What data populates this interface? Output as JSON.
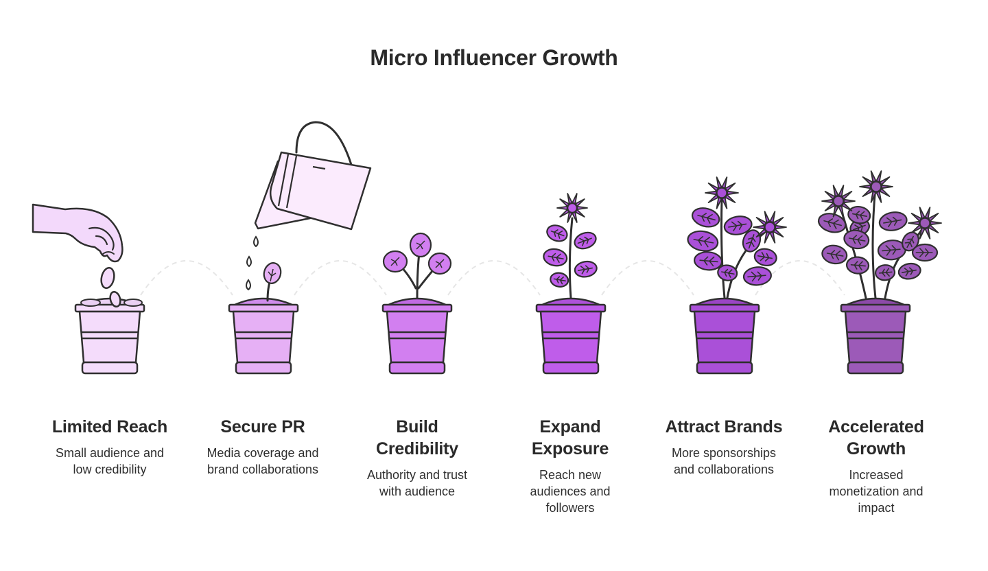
{
  "title": "Micro Influencer Growth",
  "palette": {
    "stroke": "#2f2f2f",
    "connector": "#e6e6e6",
    "hand": "#f3d9fb",
    "can": "#fbebfd",
    "leaf": "#c77ae8",
    "pots": [
      "#f4dcfb",
      "#e6b0f5",
      "#d27ff0",
      "#bf5dea",
      "#aa50d8",
      "#9c5ab8"
    ],
    "soil": [
      "#ead0f3",
      "#cf8ceb",
      "#c06be2",
      "#ad52d8",
      "#9a45c4",
      "#8c4aa8"
    ]
  },
  "steps": [
    {
      "title": "Limited Reach",
      "desc": "Small audience and\nlow credibility",
      "icons": [
        "hand-icon",
        "seed-icon"
      ]
    },
    {
      "title": "Secure PR",
      "desc": "Media coverage and\nbrand collaborations",
      "icons": [
        "watering-can-icon",
        "sprout-icon"
      ]
    },
    {
      "title": "Build\nCredibility",
      "desc": "Authority and trust\nwith audience",
      "icons": [
        "seedling-icon"
      ]
    },
    {
      "title": "Expand\nExposure",
      "desc": "Reach new\naudiences and\nfollowers",
      "icons": [
        "flowering-plant-icon"
      ]
    },
    {
      "title": "Attract Brands",
      "desc": "More sponsorships\nand collaborations",
      "icons": [
        "bushy-plant-icon"
      ]
    },
    {
      "title": "Accelerated\nGrowth",
      "desc": "Increased\nmonetization and\nimpact",
      "icons": [
        "full-bloom-plant-icon"
      ]
    }
  ]
}
